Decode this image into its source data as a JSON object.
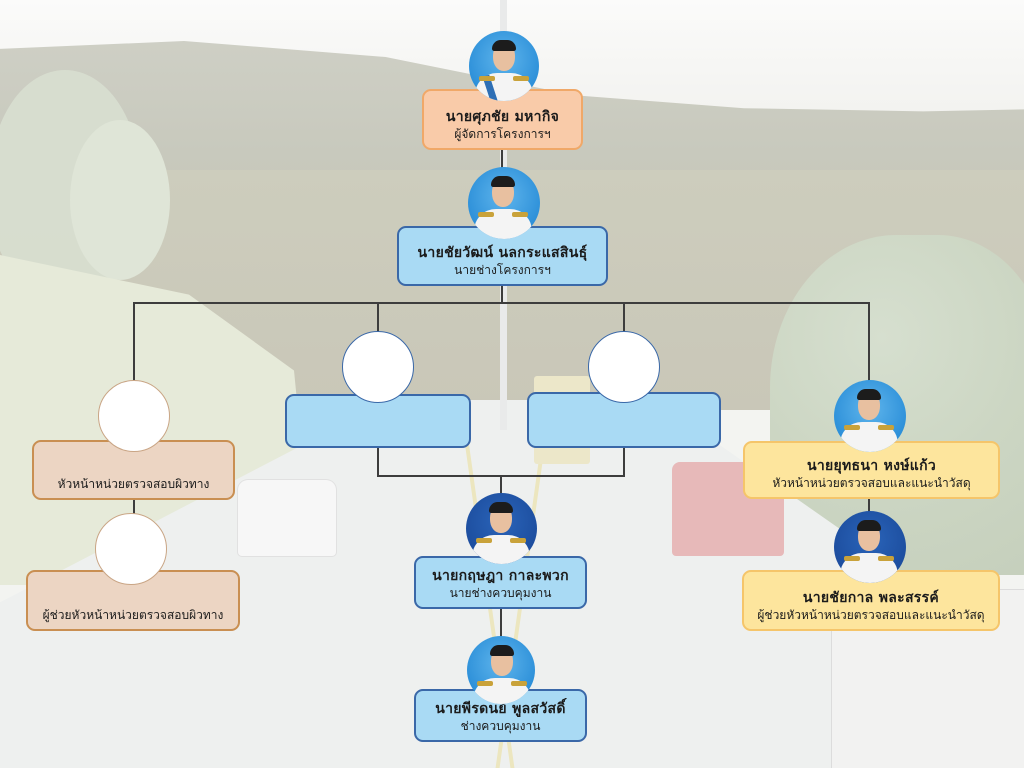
{
  "chart": {
    "type": "org-chart",
    "background_scene": "faded road construction rendering (hills, road, vehicles)",
    "colors": {
      "manager_fill": "#f9cba9",
      "manager_border": "#f0a868",
      "engineer_fill": "#a9daf4",
      "engineer_border": "#3a68a8",
      "road_inspection_fill": "#ecd5c3",
      "road_inspection_border": "#c98f52",
      "materials_fill": "#fde59d",
      "materials_border": "#f5c56a",
      "connector": "#3d3d3d"
    },
    "nodes": {
      "project_manager": {
        "name": "นายศุภชัย  มหากิจ",
        "title": "ผู้จัดการโครงการฯ",
        "photo": "photo-icon"
      },
      "project_engineer": {
        "name": "นายชัยวัฒน์  นลกระแสสินธุ์",
        "title": "นายช่างโครงการฯ",
        "photo": "photo-icon"
      },
      "road_inspection_head": {
        "name": "",
        "title": "หัวหน้าหน่วยตรวจสอบผิวทาง",
        "photo": "empty"
      },
      "road_inspection_assistant": {
        "name": "",
        "title": "ผู้ช่วยหัวหน้าหน่วยตรวจสอบผิวทาง",
        "photo": "empty"
      },
      "vacant_engineer_1": {
        "name": "",
        "title": "",
        "photo": "empty"
      },
      "vacant_engineer_2": {
        "name": "",
        "title": "",
        "photo": "empty"
      },
      "supervising_engineer": {
        "name": "นายกฤษฎา  กาละพวก",
        "title": "นายช่างควบคุมงาน",
        "photo": "photo-icon"
      },
      "supervising_technician": {
        "name": "นายพีรดนย์  พูลสวัสดิ์",
        "title": "ช่างควบคุมงาน",
        "photo": "photo-icon"
      },
      "materials_head": {
        "name": "นายยุทธนา  หงษ์แก้ว",
        "title": "หัวหน้าหน่วยตรวจสอบและแนะนำวัสดุ",
        "photo": "photo-icon"
      },
      "materials_assistant": {
        "name": "นายชัยกาล  พละสรรค์",
        "title": "ผู้ช่วยหัวหน้าหน่วยตรวจสอบและแนะนำวัสดุ",
        "photo": "photo-icon"
      }
    }
  }
}
